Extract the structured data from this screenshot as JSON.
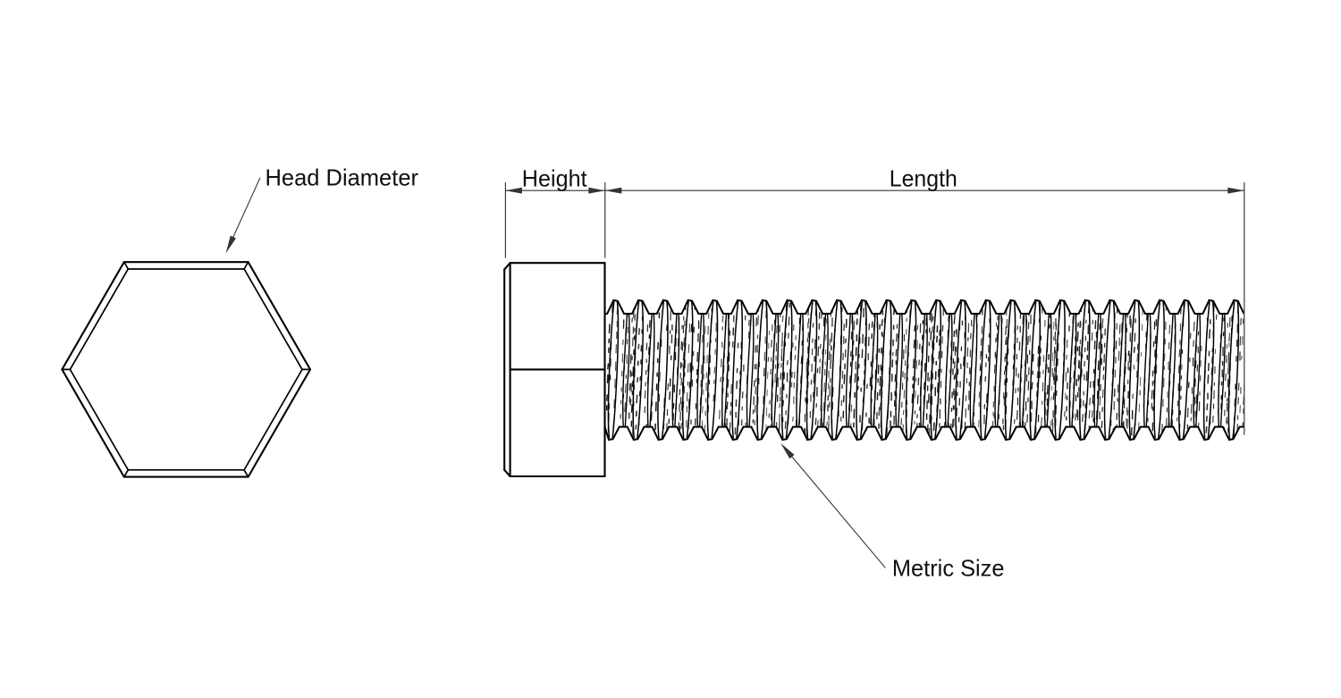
{
  "figure": {
    "title": "Hex bolt dimension diagram",
    "type": "technical line drawing"
  },
  "labels": {
    "head_diameter": "Head Diameter",
    "height": "Height",
    "length": "Length",
    "metric_size": "Metric Size"
  },
  "colors": {
    "background": "#ffffff",
    "object_line": "#000000",
    "dimension_line": "#333333",
    "hatch_dark": "#1c1c1c",
    "hatch_light": "#5f5f5f",
    "text": "#111111"
  }
}
